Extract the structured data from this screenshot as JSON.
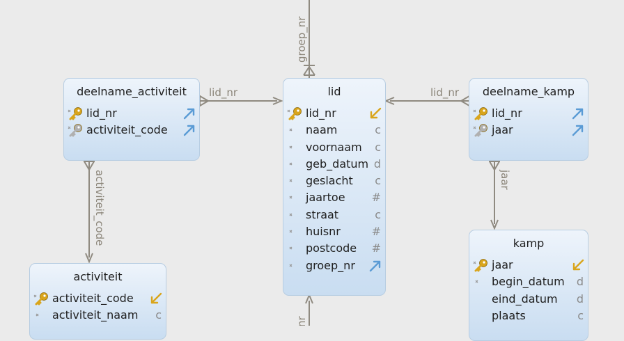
{
  "entities": {
    "lid": {
      "title": "lid",
      "fields": [
        {
          "name": "lid_nr",
          "marker": "primary-key",
          "type_icon": "key-ref-yellow"
        },
        {
          "name": "naam",
          "marker": "dot",
          "type": "c"
        },
        {
          "name": "voornaam",
          "marker": "dot",
          "type": "c"
        },
        {
          "name": "geb_datum",
          "marker": "dot",
          "type": "d"
        },
        {
          "name": "geslacht",
          "marker": "dot",
          "type": "c"
        },
        {
          "name": "jaartoe",
          "marker": "dot",
          "type": "#"
        },
        {
          "name": "straat",
          "marker": "dot",
          "type": "c"
        },
        {
          "name": "huisnr",
          "marker": "dot",
          "type": "#"
        },
        {
          "name": "postcode",
          "marker": "dot",
          "type": "#"
        },
        {
          "name": "groep_nr",
          "marker": "dot",
          "type_icon": "foreign-key-blue"
        }
      ]
    },
    "deelname_activiteit": {
      "title": "deelname_activiteit",
      "fields": [
        {
          "name": "lid_nr",
          "marker": "primary-key",
          "type_icon": "foreign-key-blue"
        },
        {
          "name": "activiteit_code",
          "marker": "secondary-key",
          "type_icon": "foreign-key-blue"
        }
      ]
    },
    "deelname_kamp": {
      "title": "deelname_kamp",
      "fields": [
        {
          "name": "lid_nr",
          "marker": "primary-key",
          "type_icon": "foreign-key-blue"
        },
        {
          "name": "jaar",
          "marker": "secondary-key",
          "type_icon": "foreign-key-blue"
        }
      ]
    },
    "activiteit": {
      "title": "activiteit",
      "fields": [
        {
          "name": "activiteit_code",
          "marker": "primary-key",
          "type_icon": "key-ref-yellow"
        },
        {
          "name": "activiteit_naam",
          "marker": "dot",
          "type": "c"
        }
      ]
    },
    "kamp": {
      "title": "kamp",
      "fields": [
        {
          "name": "jaar",
          "marker": "primary-key",
          "type_icon": "key-ref-yellow"
        },
        {
          "name": "begin_datum",
          "marker": "dot",
          "type": "d"
        },
        {
          "name": "eind_datum",
          "marker": "none",
          "type": "d"
        },
        {
          "name": "plaats",
          "marker": "none",
          "type": "c"
        }
      ]
    }
  },
  "relationships": {
    "groep_label": "groep_nr",
    "deelname_activiteit_lid_label": "lid_nr",
    "deelname_kamp_lid_label": "lid_nr",
    "activiteit_label": "activiteit_code",
    "kamp_label": "jaar",
    "bottom_label": "nr"
  },
  "colors": {
    "connector": "#8f8a80",
    "entity_border": "#b7cde2",
    "key_gold": "#d9a51c",
    "fk_blue": "#5a9bd5",
    "type_gray": "#8a8a8a"
  }
}
